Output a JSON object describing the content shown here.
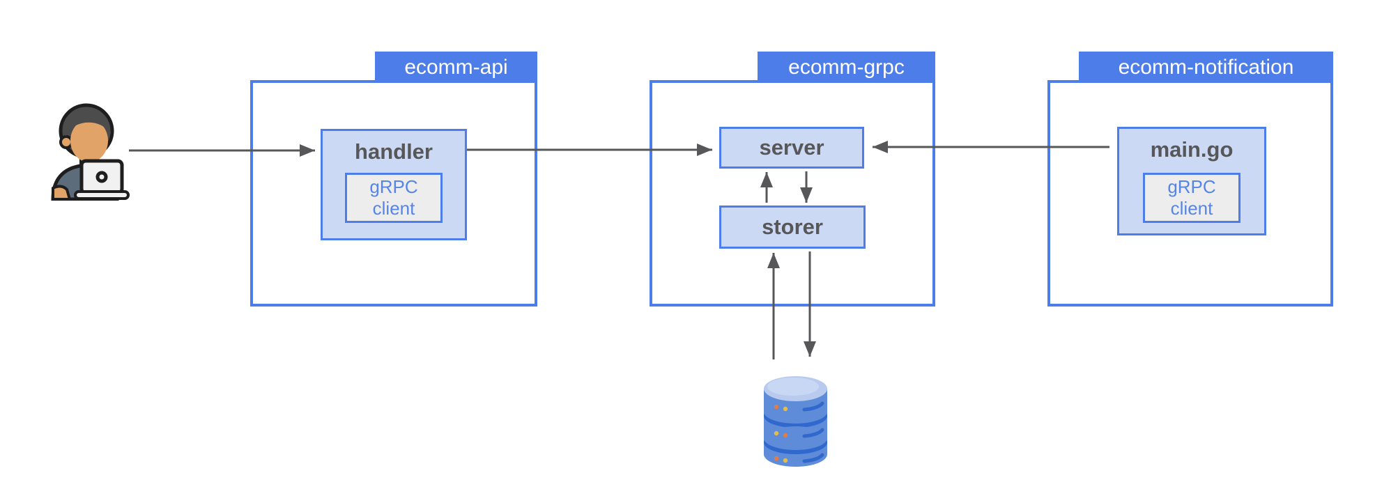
{
  "diagram": {
    "actor": {
      "icon": "person-at-laptop"
    },
    "groups": [
      {
        "id": "ecomm-api",
        "tab_label": "ecomm-api",
        "nodes": [
          {
            "id": "handler",
            "label": "handler",
            "sub_label": "gRPC client"
          }
        ]
      },
      {
        "id": "ecomm-grpc",
        "tab_label": "ecomm-grpc",
        "nodes": [
          {
            "id": "server",
            "label": "server"
          },
          {
            "id": "storer",
            "label": "storer"
          }
        ]
      },
      {
        "id": "ecomm-notification",
        "tab_label": "ecomm-notification",
        "nodes": [
          {
            "id": "main-go",
            "label": "main.go",
            "sub_label": "gRPC client"
          }
        ]
      }
    ],
    "database": {
      "icon": "database-cylinder"
    },
    "edges": [
      {
        "from": "user",
        "to": "handler",
        "direction": "right"
      },
      {
        "from": "handler",
        "to": "server",
        "direction": "right"
      },
      {
        "from": "main.go",
        "to": "server",
        "direction": "left"
      },
      {
        "from": "storer",
        "to": "server",
        "direction": "up"
      },
      {
        "from": "server",
        "to": "storer",
        "direction": "down"
      },
      {
        "from": "database",
        "to": "storer",
        "direction": "up"
      },
      {
        "from": "storer",
        "to": "database",
        "direction": "down"
      }
    ],
    "colors": {
      "accent_blue": "#4d7de8",
      "node_fill": "#ccd9f4",
      "subnode_fill": "#ededed",
      "subnode_text": "#5585e8",
      "label_text": "#57575a",
      "arrow": "#57575a",
      "tab_text": "#ffffff",
      "db_body": "#5f8cd8",
      "db_band": "#3068cd",
      "db_top": "#b8cbef"
    }
  }
}
